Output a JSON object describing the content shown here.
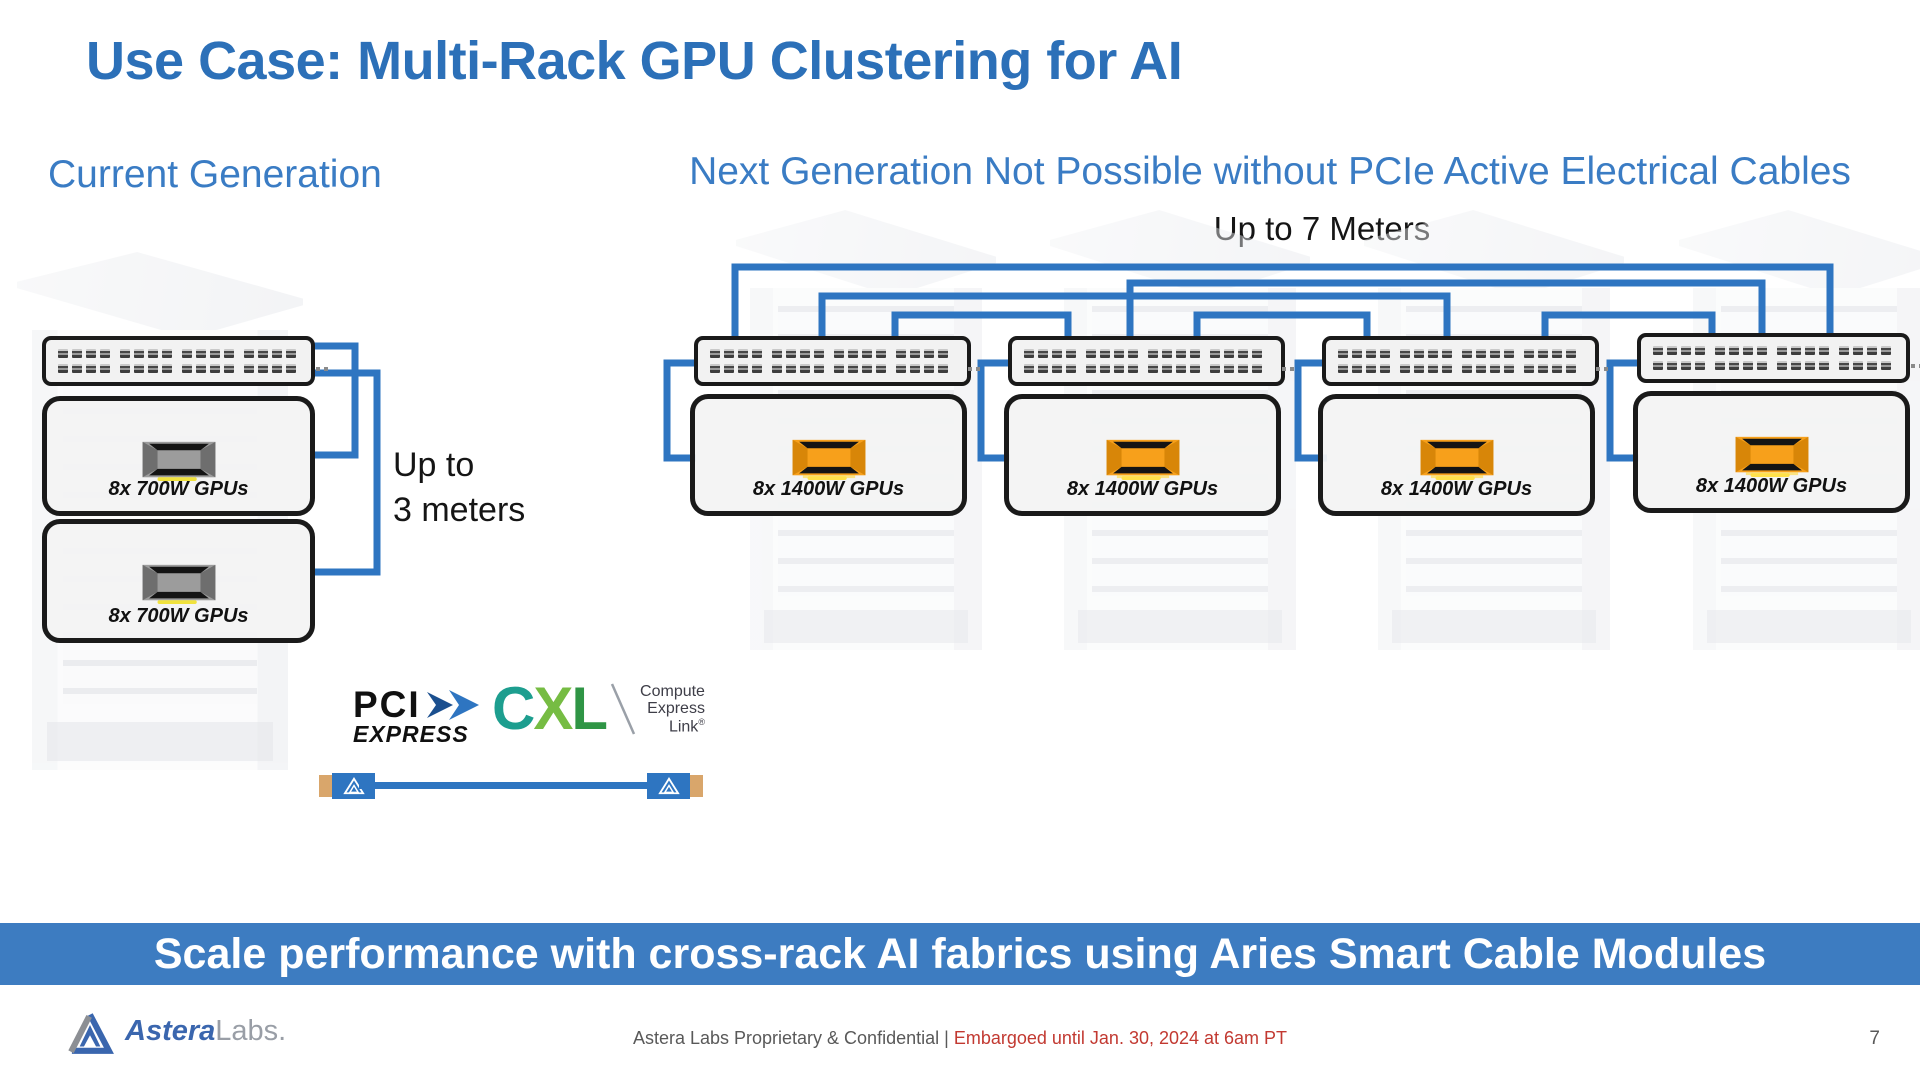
{
  "slide": {
    "title": "Use Case: Multi-Rack GPU Clustering for AI",
    "page_number": "7"
  },
  "sections": {
    "current": {
      "heading": "Current Generation",
      "distance": {
        "line1": "Up to",
        "line2": "3 meters"
      },
      "gpu_boxes": [
        {
          "label": "8x 700W GPUs"
        },
        {
          "label": "8x 700W GPUs"
        }
      ]
    },
    "next": {
      "heading": "Next Generation Not Possible without PCIe Active Electrical Cables",
      "distance": "Up to 7 Meters",
      "racks": [
        {
          "gpu_label": "8x 1400W GPUs"
        },
        {
          "gpu_label": "8x 1400W GPUs"
        },
        {
          "gpu_label": "8x 1400W GPUs"
        },
        {
          "gpu_label": "8x 1400W GPUs"
        }
      ]
    }
  },
  "logos": {
    "pci_express": {
      "word1": "PCI",
      "word2": "EXPRESS"
    },
    "cxl": {
      "letter1": "C",
      "letter2": "X",
      "letter3": "L",
      "caption": [
        "Compute",
        "Express",
        "Link"
      ],
      "registered": "®"
    }
  },
  "banner": {
    "text": "Scale performance with cross-rack AI fabrics using Aries Smart Cable Modules"
  },
  "footer": {
    "brand": {
      "primary": "Astera",
      "secondary": "Labs."
    },
    "confidential": "Astera Labs Proprietary & Confidential",
    "separator": "|",
    "embargo": "Embargoed until Jan. 30, 2024 at 6am PT"
  },
  "colors": {
    "accentBlue": "#2C70B8",
    "headingBlue": "#3A7CC4",
    "cableBlue": "#2E75C1",
    "bannerBlue": "#3D7CC1",
    "embargoRed": "#C23931",
    "gpuOrange": "#F7A01B",
    "gpuGray": "#9C9C9C",
    "brandBlue": "#3A66AE",
    "footerGray": "#595959",
    "cxlTeal": "#1D9E8F",
    "cxlGreen": "#76BC43",
    "cxlDarkGreen": "#2F9545",
    "connectorTan": "#D9A66B"
  }
}
